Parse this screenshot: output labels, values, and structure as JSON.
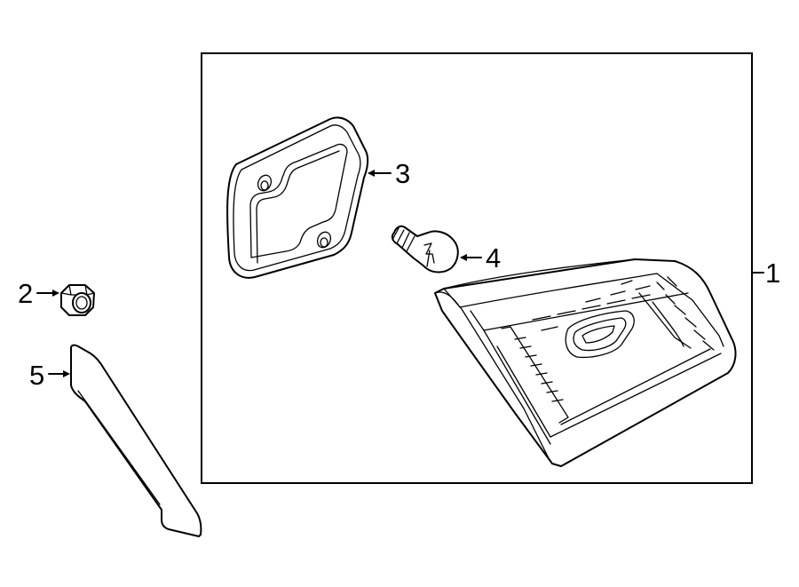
{
  "callouts": {
    "c1": "1",
    "c2": "2",
    "c3": "3",
    "c4": "4",
    "c5": "5"
  },
  "parts": [
    {
      "callout": "1",
      "icon": "tail-lamp-assembly-icon"
    },
    {
      "callout": "2",
      "icon": "nut-icon"
    },
    {
      "callout": "3",
      "icon": "gasket-icon"
    },
    {
      "callout": "4",
      "icon": "bulb-icon"
    },
    {
      "callout": "5",
      "icon": "trim-molding-icon"
    }
  ],
  "colors": {
    "line": "#000000",
    "background": "#ffffff"
  }
}
